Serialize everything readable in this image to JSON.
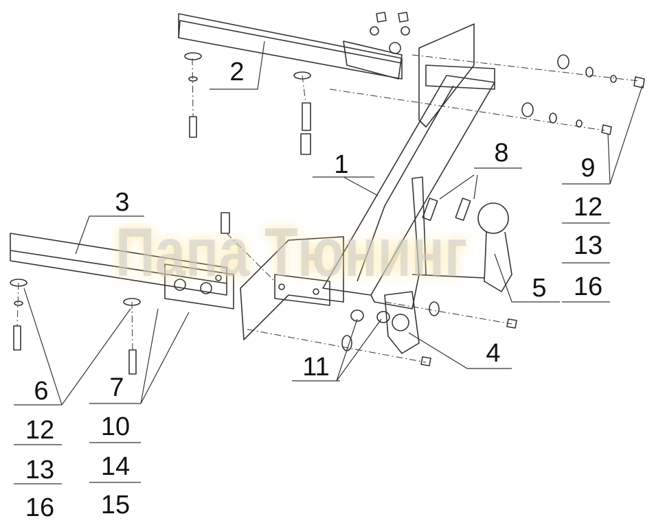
{
  "title": "Tow hitch exploded parts diagram",
  "watermark": "Папа Тюнинг",
  "callouts": {
    "c1": "1",
    "c2": "2",
    "c3": "3",
    "c4": "4",
    "c5": "5",
    "c8": "8",
    "c11": "11"
  },
  "group_right": [
    "9",
    "12",
    "13",
    "16"
  ],
  "group_left_a": [
    "6",
    "12",
    "13",
    "16"
  ],
  "group_left_b": [
    "7",
    "10",
    "14",
    "15"
  ],
  "colors": {
    "line": "#333333",
    "watermark": "#c8c8c8"
  }
}
